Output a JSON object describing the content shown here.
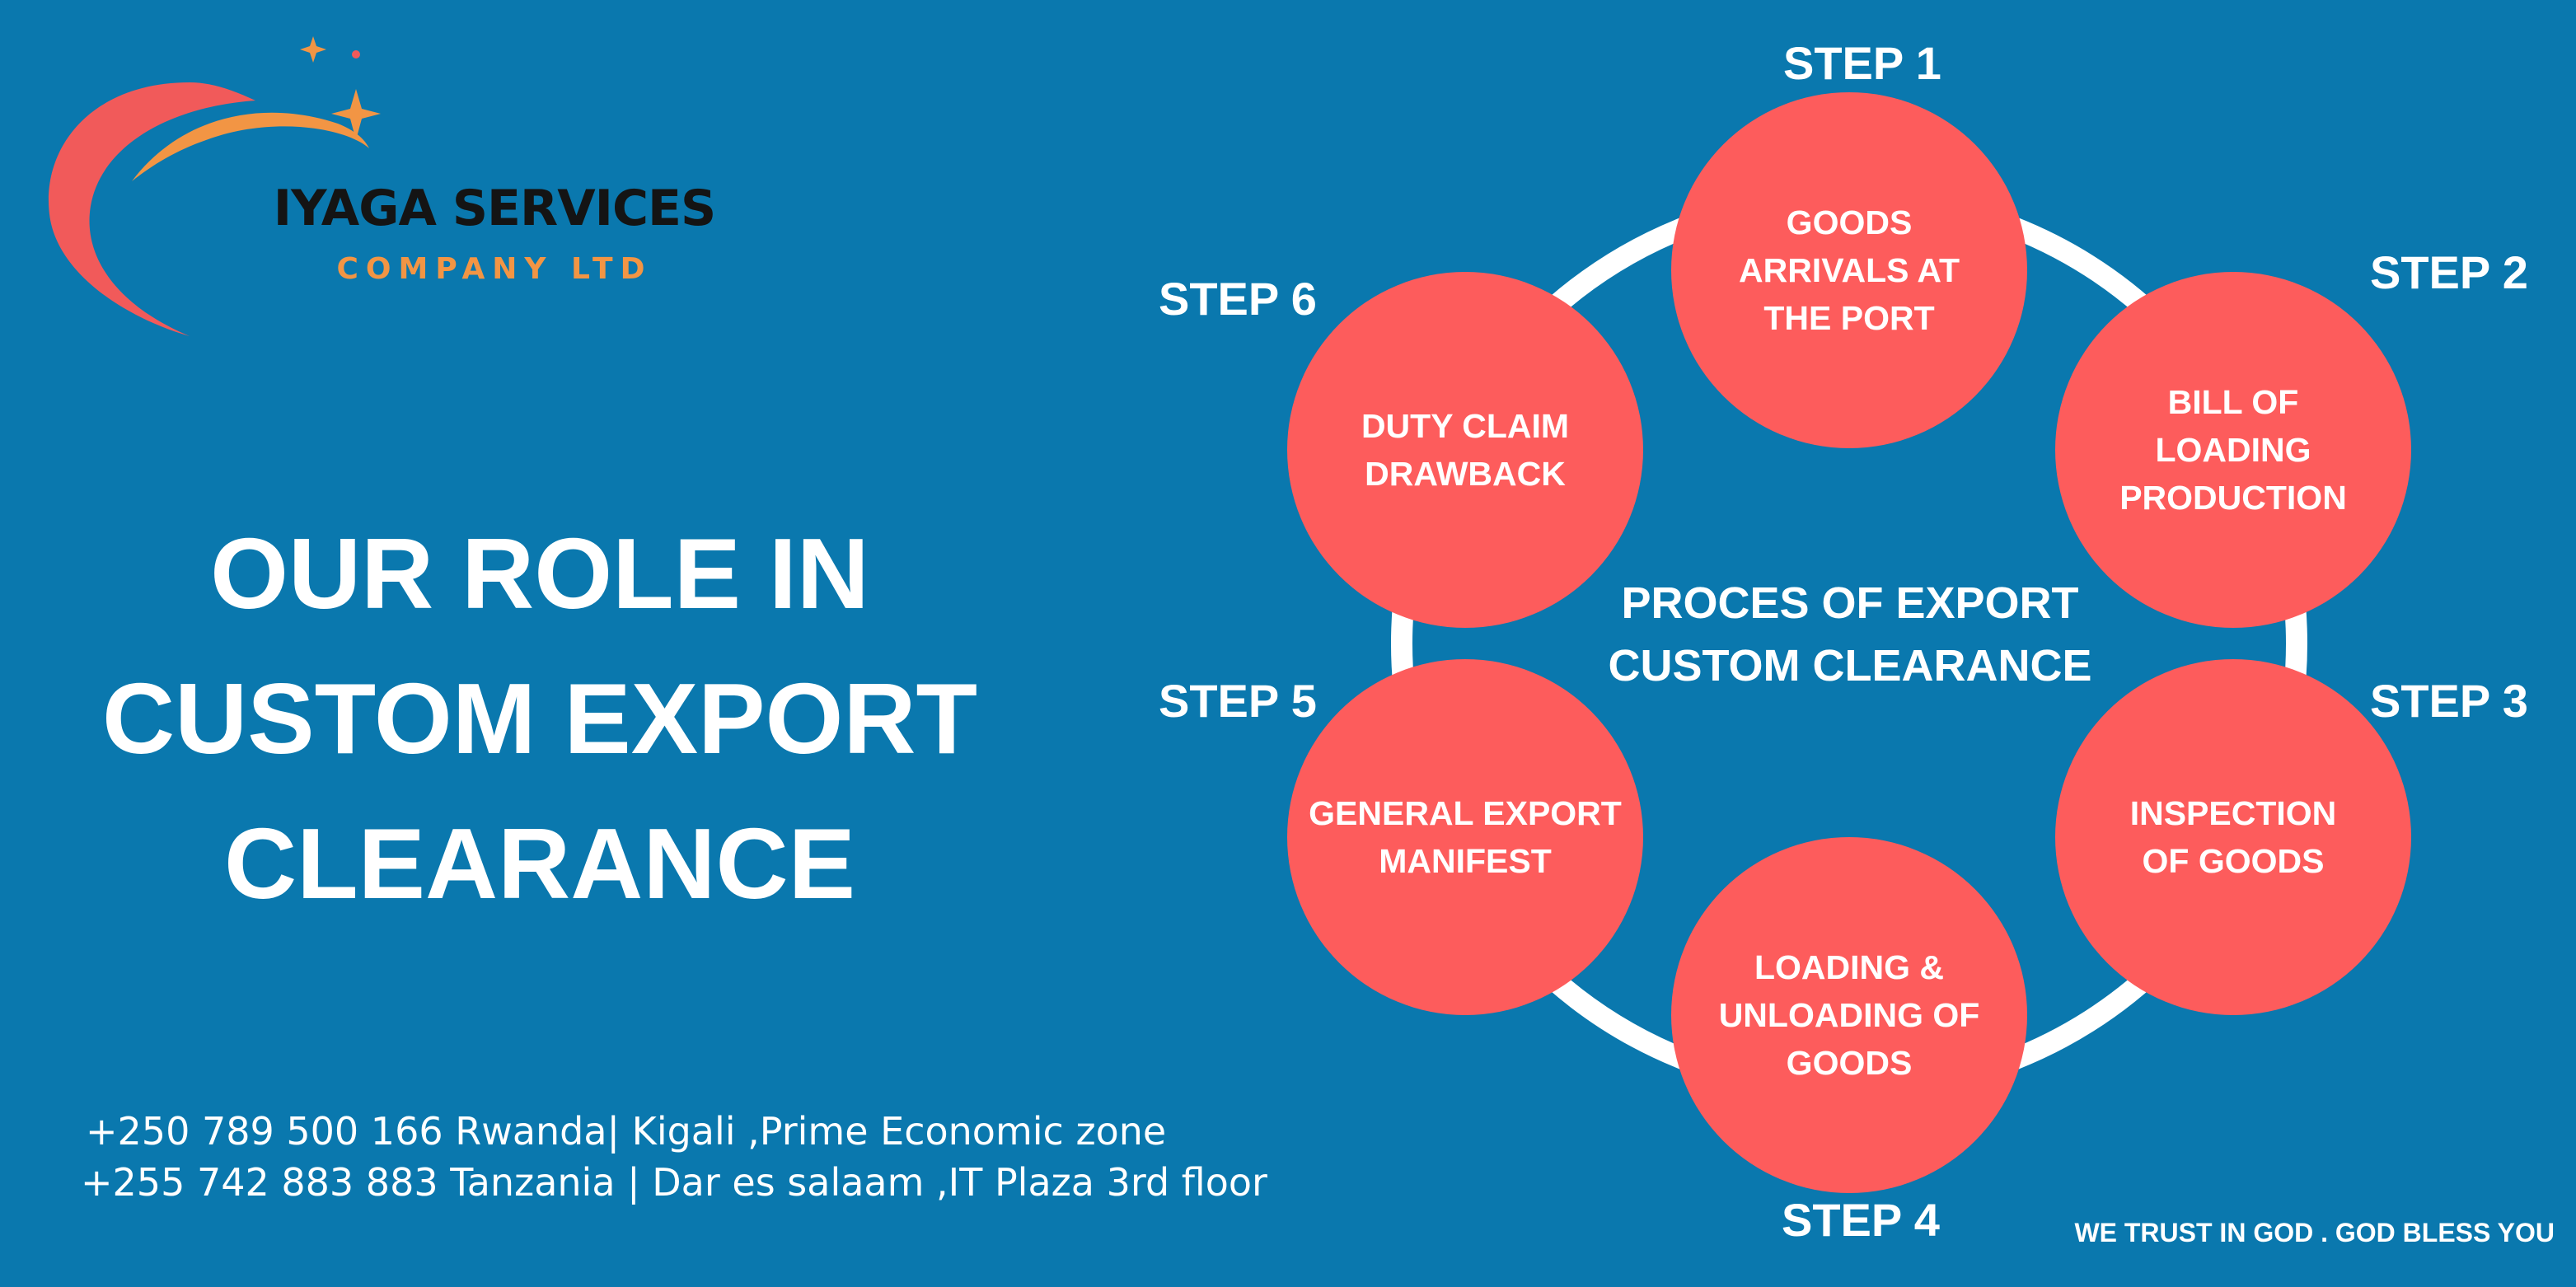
{
  "brand": {
    "name": "IYAGA SERVICES",
    "subtitle": "COMPANY LTD",
    "colors": {
      "swoosh_red": "#f15a5a",
      "swoosh_orange": "#f29544",
      "text": "#141414"
    }
  },
  "headline": {
    "line1": "OUR ROLE IN",
    "line2": "CUSTOM EXPORT",
    "line3": "CLEARANCE"
  },
  "contacts": {
    "line1": "+250 789 500 166 Rwanda| Kigali ,Prime Economic zone",
    "line2": "+255 742 883 883 Tanzania | Dar es salaam ,IT Plaza 3rd floor"
  },
  "footer": {
    "note": "WE TRUST IN GOD . GOD BLESS YOU"
  },
  "process": {
    "center_line1": "PROCES OF EXPORT",
    "center_line2": "CUSTOM CLEARANCE",
    "steps": [
      {
        "label": "STEP 1",
        "text": "GOODS\nARRIVALS AT\nTHE PORT"
      },
      {
        "label": "STEP 2",
        "text": "BILL OF\nLOADING\nPRODUCTION"
      },
      {
        "label": "STEP 3",
        "text": "INSPECTION\nOF GOODS"
      },
      {
        "label": "STEP 4",
        "text": "LOADING &\nUNLOADING OF\nGOODS"
      },
      {
        "label": "STEP 5",
        "text": "GENERAL EXPORT\nMANIFEST"
      },
      {
        "label": "STEP 6",
        "text": "DUTY CLAIM\nDRAWBACK"
      }
    ]
  },
  "colors": {
    "background": "#0a78ae",
    "circle_fill": "#fd5c5c",
    "ring": "#ffffff",
    "text": "#ffffff"
  }
}
